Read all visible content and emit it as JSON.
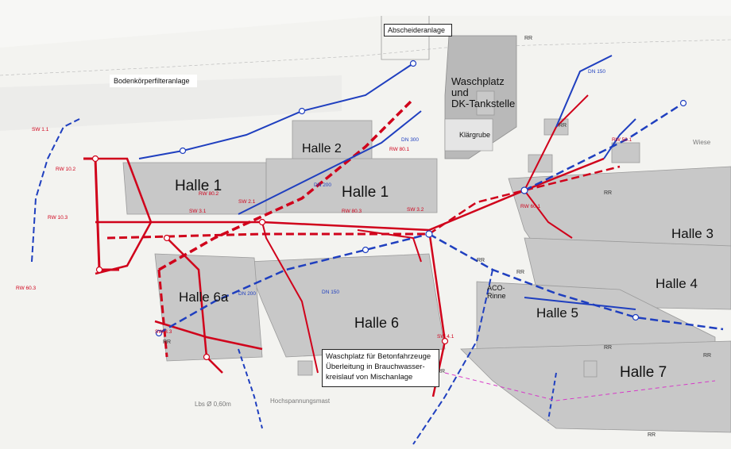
{
  "areas": {
    "abscheider": "Abscheideranlage",
    "bodenfilter": "Bodenkörperfilteranlage",
    "waschplatz_line1": "Waschplatz",
    "waschplatz_line2": "und",
    "waschplatz_line3": "DK-Tankstelle",
    "klaergrube": "Klärgrube",
    "aco_rinne_1": "ACO-",
    "aco_rinne_2": "Rinne",
    "lbs": "Lbs Ø 0,60m",
    "hochspannung": "Hochspannungsmast",
    "wiese": "Wiese"
  },
  "halls": {
    "h1a": "Halle 1",
    "h1b": "Halle 1",
    "h2": "Halle 2",
    "h3": "Halle 3",
    "h4": "Halle 4",
    "h5": "Halle 5",
    "h6": "Halle 6",
    "h6a": "Halle 6a",
    "h7": "Halle 7"
  },
  "note": {
    "line1": "Waschplatz für Betonfahrzeuge",
    "line2": "Überleitung in Brauchwasser-",
    "line3": "kreislauf von Mischanlage"
  },
  "annotations_red": {
    "a1": "SW 1.1",
    "a2": "RW 10.3",
    "a3": "RW 60.3",
    "a4": "RW 80.2",
    "a5": "SW 2.1",
    "a6": "SW 3.1",
    "a7": "SW 3.2",
    "a8": "SW 3.3",
    "a9": "SW 4.1",
    "a10": "RW 80.1",
    "a11": "RW 60.1",
    "a12": "RW 50.1",
    "a13": "RW 10.2",
    "a14": "RW 80.3"
  },
  "annotations_blue": {
    "b1": "DN 150",
    "b2": "DN 200",
    "b3": "DN 300",
    "b4": "DN 150",
    "b5": "DN 200"
  },
  "rr": "RR",
  "colors": {
    "schmutzwasser": "#d0021b",
    "regenwasser": "#1f3fbf",
    "hallen": "#c8c8c8"
  }
}
